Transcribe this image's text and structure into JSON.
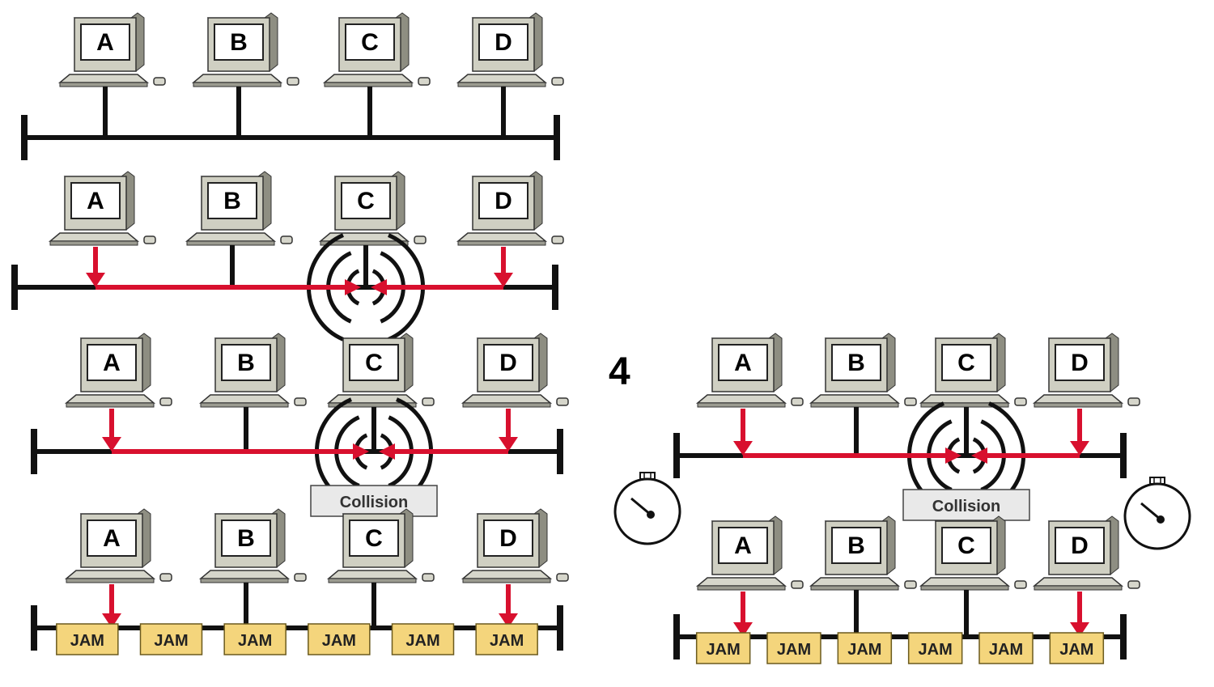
{
  "step_label": "4",
  "collision_label": "Collision",
  "jam_label": "JAM",
  "colors": {
    "bus": "#111111",
    "signal": "#d8102e",
    "jam_fill": "#f4d57c",
    "jam_stroke": "#6b5a1e",
    "monitor_body": "#cfcfc2",
    "monitor_screen": "#ffffff",
    "collision_box_fill": "#e9e9e9"
  },
  "stations": [
    "A",
    "B",
    "C",
    "D"
  ],
  "panels": [
    {
      "id": "panel-1",
      "state": "idle",
      "transmitting": []
    },
    {
      "id": "panel-2",
      "state": "transmitting",
      "transmitting": [
        "A",
        "D"
      ],
      "collision_at": "C",
      "collision_label_shown": false
    },
    {
      "id": "panel-3",
      "state": "collision",
      "transmitting": [
        "A",
        "D"
      ],
      "collision_at": "C",
      "collision_label_shown": true
    },
    {
      "id": "panel-4",
      "state": "jam",
      "transmitting": [
        "A",
        "D"
      ],
      "jam_signals": 6
    },
    {
      "id": "panel-5",
      "state": "collision",
      "transmitting": [
        "A",
        "D"
      ],
      "collision_at": "C",
      "collision_label_shown": true,
      "timers": 2
    },
    {
      "id": "panel-6",
      "state": "jam",
      "transmitting": [
        "A",
        "D"
      ],
      "jam_signals": 6
    }
  ]
}
